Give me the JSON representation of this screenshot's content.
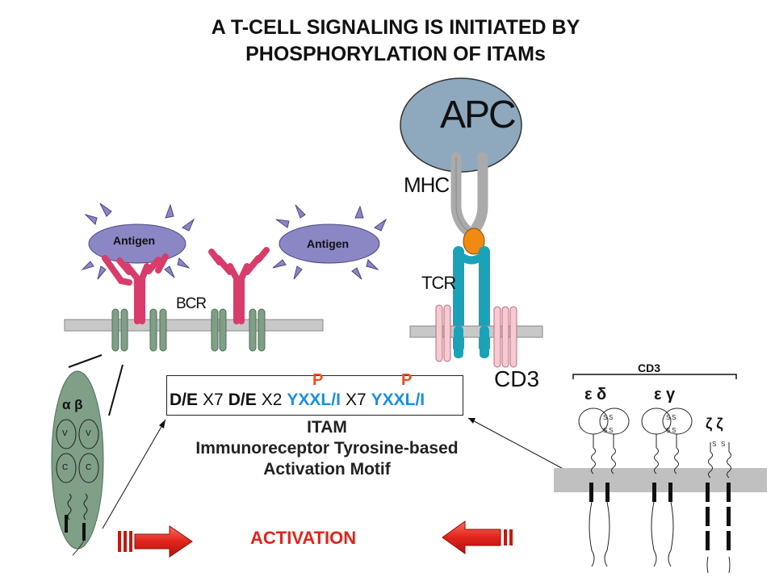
{
  "title": {
    "line1": "A T-CELL SIGNALING IS INITIATED BY",
    "line2": "PHOSPHORYLATION OF ITAMs"
  },
  "labels": {
    "apc": "APC",
    "mhc": "MHC",
    "tcr": "TCR",
    "cd3_large": "CD3",
    "cd3_small": "CD3",
    "bcr": "BCR",
    "antigen_left": "Antigen",
    "antigen_right": "Antigen",
    "alpha_beta": "α β",
    "epsilon_delta": "ε δ",
    "epsilon_gamma": "ε γ",
    "zeta_zeta": "ζ ζ",
    "v_left": "V",
    "v_right": "V",
    "c_left": "C",
    "c_right": "C"
  },
  "itam": {
    "seq": [
      "D/E",
      "X7",
      "D/E",
      "X2",
      "YXXL/I",
      "X7",
      "YXXL/I"
    ],
    "phospho": [
      "P",
      "P"
    ],
    "name": "ITAM",
    "full_line1": "Immunoreceptor Tyrosine-based",
    "full_line2": "Activation Motif"
  },
  "activation": "ACTIVATION",
  "colors": {
    "apc": "#8ea8bd",
    "mhc": "#a9a9a9",
    "peptide": "#f08a12",
    "tcr": "#1aa3b8",
    "cd3": "#f7c9d1",
    "bcr": "#d83c6a",
    "antigen": "#8b86c4",
    "membrane": "#c8c8c8",
    "ig_tm": "#7f9f87",
    "tcell_oval": "#7f9f87",
    "tyr_blue": "#1a8fe0",
    "p_orange": "#e8521c",
    "arrow_red": "#e0241c"
  }
}
